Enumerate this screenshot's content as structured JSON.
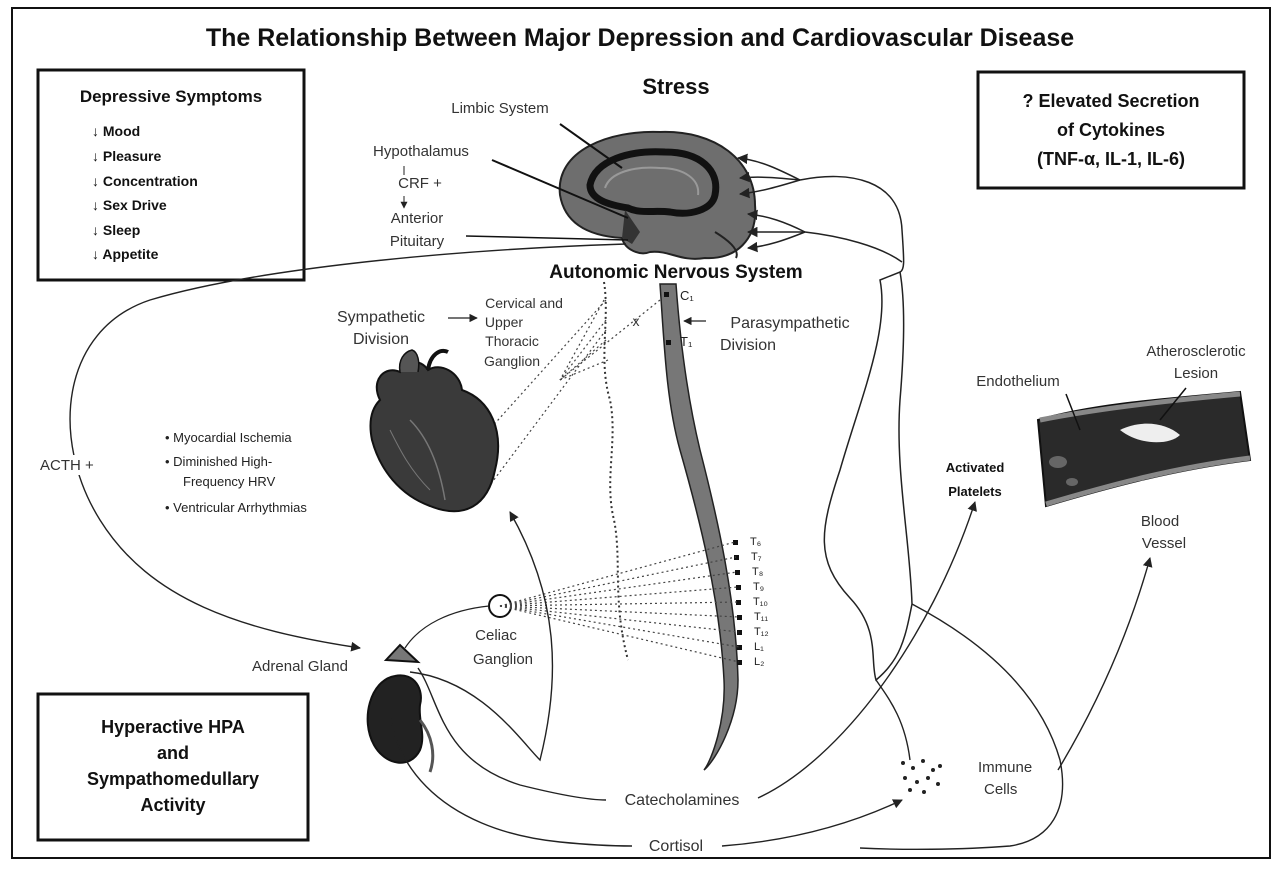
{
  "title": "The Relationship Between Major Depression and Cardiovascular Disease",
  "depressive_symptoms": {
    "heading": "Depressive Symptoms",
    "items": [
      "↓ Mood",
      "↓ Pleasure",
      "↓ Concentration",
      "↓ Sex Drive",
      "↓ Sleep",
      "↓ Appetite"
    ]
  },
  "cytokines": {
    "line1": "? Elevated Secretion",
    "line2": "of Cytokines",
    "line3": "(TNF-α, IL-1, IL-6)"
  },
  "hpa_box": {
    "line1": "Hyperactive HPA",
    "line2": "and",
    "line3": "Sympathomedullary",
    "line4": "Activity"
  },
  "brain": {
    "stress": "Stress",
    "limbic": "Limbic System",
    "hypothalamus": "Hypothalamus",
    "crf": "CRF +",
    "anterior": "Anterior",
    "pituitary": "Pituitary"
  },
  "ans": {
    "title": "Autonomic Nervous System",
    "symp1": "Sympathetic",
    "symp2": "Division",
    "cerv1": "Cervical and",
    "cerv2": "Upper",
    "cerv3": "Thoracic",
    "cerv4": "Ganglion",
    "para1": "Parasympathetic",
    "para2": "Division",
    "x": "x",
    "c1": "C₁",
    "t1": "T₁"
  },
  "spinal_levels": [
    "T₆",
    "T₇",
    "T₈",
    "T₉",
    "T₁₀",
    "T₁₁",
    "T₁₂",
    "L₁",
    "L₂"
  ],
  "heart_effects": [
    "• Myocardial Ischemia",
    "• Diminished High-",
    "Frequency HRV",
    "• Ventricular Arrhythmias"
  ],
  "acth": "ACTH +",
  "celiac1": "Celiac",
  "celiac2": "Ganglion",
  "adrenal": "Adrenal Gland",
  "catecholamines": "Catecholamines",
  "cortisol": "Cortisol",
  "immune1": "Immune",
  "immune2": "Cells",
  "platelets1": "Activated",
  "platelets2": "Platelets",
  "endothelium": "Endothelium",
  "lesion1": "Atherosclerotic",
  "lesion2": "Lesion",
  "vessel1": "Blood",
  "vessel2": "Vessel",
  "colors": {
    "ink": "#111111",
    "brain": "#6e6e6e",
    "heart": "#3a3a3a"
  }
}
